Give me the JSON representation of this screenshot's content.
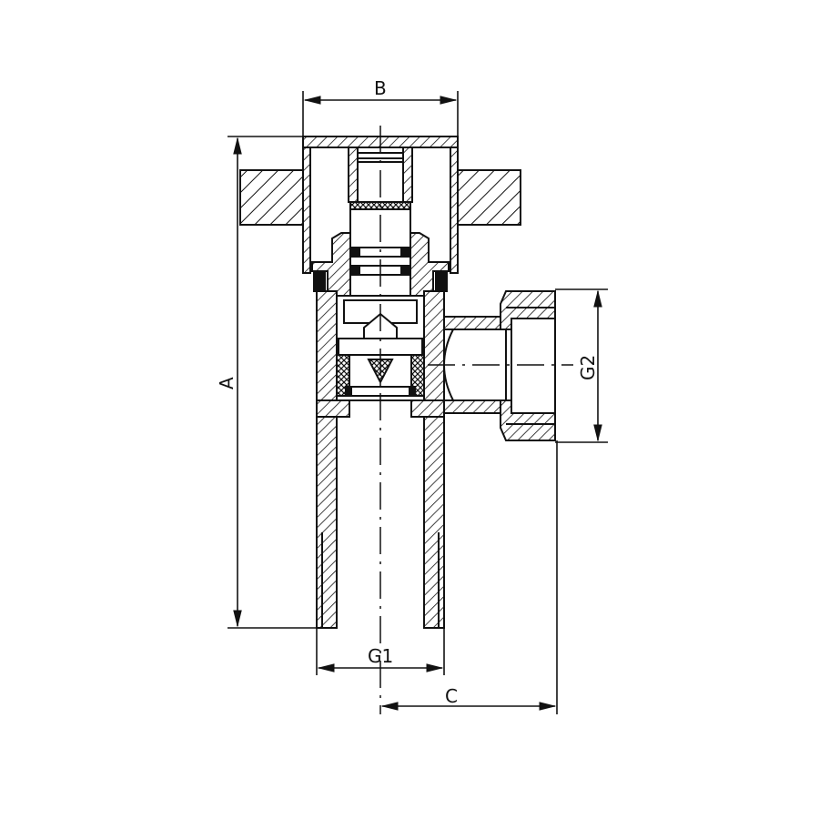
{
  "diagram": {
    "type": "technical-cross-section",
    "subject": "angle valve",
    "line_color": "#111111",
    "background": "#ffffff",
    "dimensions": {
      "A": {
        "label": "A",
        "orientation": "vertical"
      },
      "B": {
        "label": "B",
        "orientation": "horizontal"
      },
      "C": {
        "label": "C",
        "orientation": "horizontal"
      },
      "G1": {
        "label": "G1",
        "orientation": "horizontal"
      },
      "G2": {
        "label": "G2",
        "orientation": "vertical"
      }
    }
  }
}
